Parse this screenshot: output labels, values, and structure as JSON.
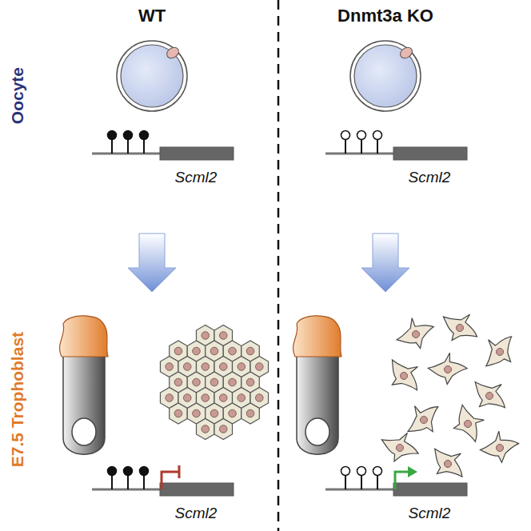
{
  "diagram": {
    "labels": [
      "WT",
      "Dnmt3a KO",
      "Oocyte",
      "Scml2",
      "Scml2",
      "E7.5 Trophoblast",
      "Scml2",
      "Scml2"
    ]
  }
}
